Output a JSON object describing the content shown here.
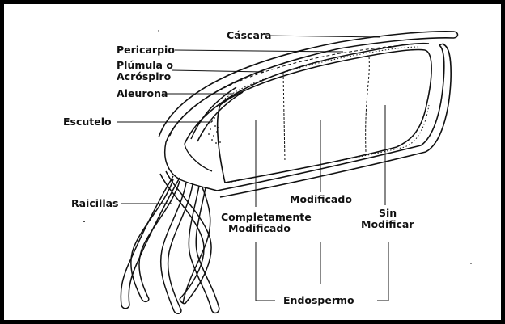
{
  "labels": {
    "cascara": "Cáscara",
    "pericarpio": "Pericarpio",
    "plumula_line1": "Plúmula o",
    "plumula_line2": "Acróspiro",
    "aleurona": "Aleurona",
    "escutelo": "Escutelo",
    "raicillas": "Raicillas",
    "modificado": "Modificado",
    "completamente_line1": "Completamente",
    "completamente_line2": "Modificado",
    "sin_modificar_line1": "Sin",
    "sin_modificar_line2": "Modificar",
    "endospermo": "Endospermo"
  },
  "colors": {
    "ink": "#111111",
    "border": "#000000",
    "background": "#ffffff"
  }
}
